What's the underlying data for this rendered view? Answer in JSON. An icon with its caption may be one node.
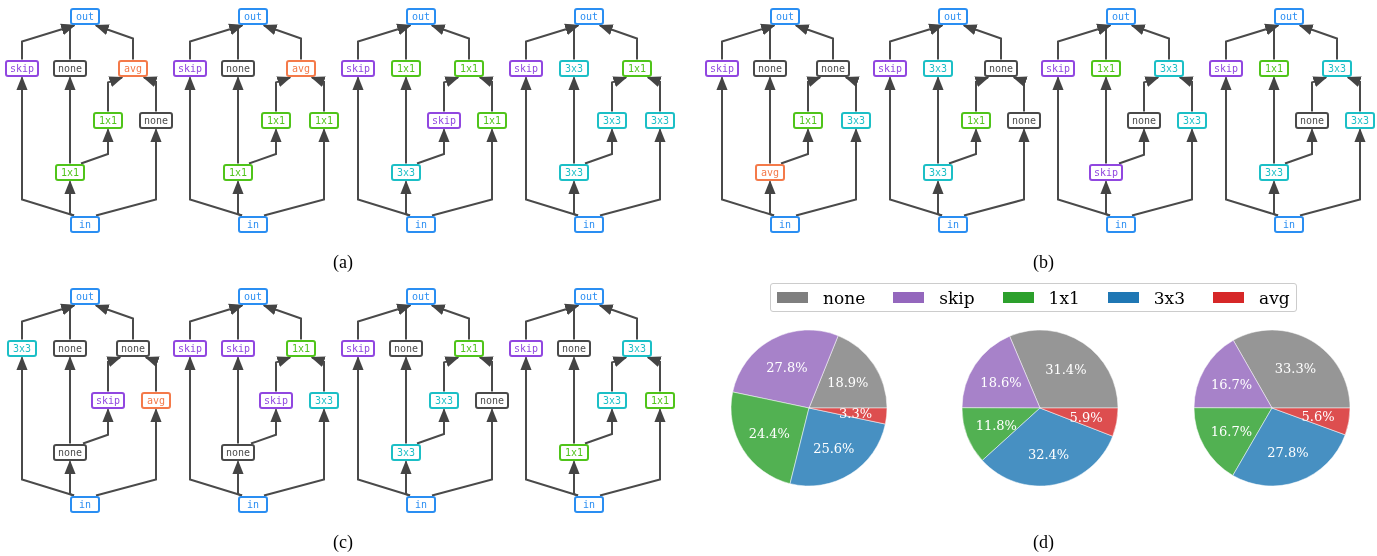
{
  "diagram": {
    "nodes": [
      {
        "text": [
          "out"
        ]
      },
      {
        "text": [
          "skip"
        ]
      },
      {
        "text": [
          "none"
        ]
      },
      {
        "text": [
          "avg"
        ]
      },
      {
        "text": [
          "1x1"
        ]
      },
      {
        "text": [
          "none"
        ]
      },
      {
        "text": [
          "1x1"
        ]
      },
      {
        "text": [
          "in"
        ]
      },
      {
        "text": [
          "out"
        ]
      },
      {
        "text": [
          "skip"
        ]
      },
      {
        "text": [
          "none"
        ]
      },
      {
        "text": [
          "avg"
        ]
      },
      {
        "text": [
          "1x1"
        ]
      },
      {
        "text": [
          "1x1"
        ]
      },
      {
        "text": [
          "1x1"
        ]
      },
      {
        "text": [
          "in"
        ]
      },
      {
        "text": [
          "out"
        ]
      },
      {
        "text": [
          "skip"
        ]
      },
      {
        "text": [
          "1x1"
        ]
      },
      {
        "text": [
          "1x1"
        ]
      },
      {
        "text": [
          "skip"
        ]
      },
      {
        "text": [
          "1x1"
        ]
      },
      {
        "text": [
          "3x3"
        ]
      },
      {
        "text": [
          "in"
        ]
      },
      {
        "text": [
          "out"
        ]
      },
      {
        "text": [
          "skip"
        ]
      },
      {
        "text": [
          "3x3"
        ]
      },
      {
        "text": [
          "1x1"
        ]
      },
      {
        "text": [
          "3x3"
        ]
      },
      {
        "text": [
          "3x3"
        ]
      },
      {
        "text": [
          "3x3"
        ]
      },
      {
        "text": [
          "in"
        ]
      },
      {
        "text": [
          "out"
        ]
      },
      {
        "text": [
          "skip"
        ]
      },
      {
        "text": [
          "none"
        ]
      },
      {
        "text": [
          "none"
        ]
      },
      {
        "text": [
          "1x1"
        ]
      },
      {
        "text": [
          "3x3"
        ]
      },
      {
        "text": [
          "avg"
        ]
      },
      {
        "text": [
          "in"
        ]
      },
      {
        "text": [
          "out"
        ]
      },
      {
        "text": [
          "skip"
        ]
      },
      {
        "text": [
          "3x3"
        ]
      },
      {
        "text": [
          "none"
        ]
      },
      {
        "text": [
          "1x1"
        ]
      },
      {
        "text": [
          "none"
        ]
      },
      {
        "text": [
          "3x3"
        ]
      },
      {
        "text": [
          "in"
        ]
      },
      {
        "text": [
          "out"
        ]
      },
      {
        "text": [
          "skip"
        ]
      },
      {
        "text": [
          "1x1"
        ]
      },
      {
        "text": [
          "3x3"
        ]
      },
      {
        "text": [
          "none"
        ]
      },
      {
        "text": [
          "3x3"
        ]
      },
      {
        "text": [
          "skip"
        ]
      },
      {
        "text": [
          "in"
        ]
      },
      {
        "text": [
          "out"
        ]
      },
      {
        "text": [
          "skip"
        ]
      },
      {
        "text": [
          "1x1"
        ]
      },
      {
        "text": [
          "3x3"
        ]
      },
      {
        "text": [
          "none"
        ]
      },
      {
        "text": [
          "3x3"
        ]
      },
      {
        "text": [
          "3x3"
        ]
      },
      {
        "text": [
          "in"
        ]
      },
      {
        "text": [
          "out"
        ]
      },
      {
        "text": [
          "3x3"
        ]
      },
      {
        "text": [
          "none"
        ]
      },
      {
        "text": [
          "none"
        ]
      },
      {
        "text": [
          "skip"
        ]
      },
      {
        "text": [
          "avg"
        ]
      },
      {
        "text": [
          "none"
        ]
      },
      {
        "text": [
          "in"
        ]
      },
      {
        "text": [
          "out"
        ]
      },
      {
        "text": [
          "skip"
        ]
      },
      {
        "text": [
          "skip"
        ]
      },
      {
        "text": [
          "1x1"
        ]
      },
      {
        "text": [
          "skip"
        ]
      },
      {
        "text": [
          "3x3"
        ]
      },
      {
        "text": [
          "none"
        ]
      },
      {
        "text": [
          "in"
        ]
      },
      {
        "text": [
          "out"
        ]
      },
      {
        "text": [
          "skip"
        ]
      },
      {
        "text": [
          "none"
        ]
      },
      {
        "text": [
          "1x1"
        ]
      },
      {
        "text": [
          "3x3"
        ]
      },
      {
        "text": [
          "none"
        ]
      },
      {
        "text": [
          "3x3"
        ]
      },
      {
        "text": [
          "in"
        ]
      },
      {
        "text": [
          "out"
        ]
      },
      {
        "text": [
          "skip"
        ]
      },
      {
        "text": [
          "none"
        ]
      },
      {
        "text": [
          "3x3"
        ]
      },
      {
        "text": [
          "3x3"
        ]
      },
      {
        "text": [
          "1x1"
        ]
      },
      {
        "text": [
          "1x1"
        ]
      },
      {
        "text": [
          "in"
        ]
      }
    ],
    "edges": [
      {
        "from": 1,
        "to": 0,
        "arrow": "to"
      },
      {
        "from": 2,
        "to": 0,
        "arrow": "to"
      },
      {
        "from": 3,
        "to": 0,
        "arrow": "to"
      },
      {
        "from": 4,
        "to": 3,
        "arrow": "to"
      },
      {
        "from": 5,
        "to": 3,
        "arrow": "to"
      },
      {
        "from": 6,
        "to": 2,
        "arrow": "to"
      },
      {
        "from": 6,
        "to": 4,
        "arrow": "to"
      },
      {
        "from": 7,
        "to": 1,
        "arrow": "to"
      },
      {
        "from": 7,
        "to": 6,
        "arrow": "to"
      },
      {
        "from": 7,
        "to": 5,
        "arrow": "to"
      },
      {
        "from": 9,
        "to": 8,
        "arrow": "to"
      },
      {
        "from": 10,
        "to": 8,
        "arrow": "to"
      },
      {
        "from": 11,
        "to": 8,
        "arrow": "to"
      },
      {
        "from": 12,
        "to": 11,
        "arrow": "to"
      },
      {
        "from": 13,
        "to": 11,
        "arrow": "to"
      },
      {
        "from": 14,
        "to": 10,
        "arrow": "to"
      },
      {
        "from": 14,
        "to": 12,
        "arrow": "to"
      },
      {
        "from": 15,
        "to": 9,
        "arrow": "to"
      },
      {
        "from": 15,
        "to": 14,
        "arrow": "to"
      },
      {
        "from": 15,
        "to": 13,
        "arrow": "to"
      },
      {
        "from": 17,
        "to": 16,
        "arrow": "to"
      },
      {
        "from": 18,
        "to": 16,
        "arrow": "to"
      },
      {
        "from": 19,
        "to": 16,
        "arrow": "to"
      },
      {
        "from": 20,
        "to": 19,
        "arrow": "to"
      },
      {
        "from": 21,
        "to": 19,
        "arrow": "to"
      },
      {
        "from": 22,
        "to": 18,
        "arrow": "to"
      },
      {
        "from": 22,
        "to": 20,
        "arrow": "to"
      },
      {
        "from": 23,
        "to": 17,
        "arrow": "to"
      },
      {
        "from": 23,
        "to": 22,
        "arrow": "to"
      },
      {
        "from": 23,
        "to": 21,
        "arrow": "to"
      },
      {
        "from": 25,
        "to": 24,
        "arrow": "to"
      },
      {
        "from": 26,
        "to": 24,
        "arrow": "to"
      },
      {
        "from": 27,
        "to": 24,
        "arrow": "to"
      },
      {
        "from": 28,
        "to": 27,
        "arrow": "to"
      },
      {
        "from": 29,
        "to": 27,
        "arrow": "to"
      },
      {
        "from": 30,
        "to": 26,
        "arrow": "to"
      },
      {
        "from": 30,
        "to": 28,
        "arrow": "to"
      },
      {
        "from": 31,
        "to": 25,
        "arrow": "to"
      },
      {
        "from": 31,
        "to": 30,
        "arrow": "to"
      },
      {
        "from": 31,
        "to": 29,
        "arrow": "to"
      },
      {
        "from": 33,
        "to": 32,
        "arrow": "to"
      },
      {
        "from": 34,
        "to": 32,
        "arrow": "to"
      },
      {
        "from": 35,
        "to": 32,
        "arrow": "to"
      },
      {
        "from": 36,
        "to": 35,
        "arrow": "to"
      },
      {
        "from": 37,
        "to": 35,
        "arrow": "to"
      },
      {
        "from": 38,
        "to": 34,
        "arrow": "to"
      },
      {
        "from": 38,
        "to": 36,
        "arrow": "to"
      },
      {
        "from": 39,
        "to": 33,
        "arrow": "to"
      },
      {
        "from": 39,
        "to": 38,
        "arrow": "to"
      },
      {
        "from": 39,
        "to": 37,
        "arrow": "to"
      },
      {
        "from": 41,
        "to": 40,
        "arrow": "to"
      },
      {
        "from": 42,
        "to": 40,
        "arrow": "to"
      },
      {
        "from": 43,
        "to": 40,
        "arrow": "to"
      },
      {
        "from": 44,
        "to": 43,
        "arrow": "to"
      },
      {
        "from": 45,
        "to": 43,
        "arrow": "to"
      },
      {
        "from": 46,
        "to": 42,
        "arrow": "to"
      },
      {
        "from": 46,
        "to": 44,
        "arrow": "to"
      },
      {
        "from": 47,
        "to": 41,
        "arrow": "to"
      },
      {
        "from": 47,
        "to": 46,
        "arrow": "to"
      },
      {
        "from": 47,
        "to": 45,
        "arrow": "to"
      },
      {
        "from": 49,
        "to": 48,
        "arrow": "to"
      },
      {
        "from": 50,
        "to": 48,
        "arrow": "to"
      },
      {
        "from": 51,
        "to": 48,
        "arrow": "to"
      },
      {
        "from": 52,
        "to": 51,
        "arrow": "to"
      },
      {
        "from": 53,
        "to": 51,
        "arrow": "to"
      },
      {
        "from": 54,
        "to": 50,
        "arrow": "to"
      },
      {
        "from": 54,
        "to": 52,
        "arrow": "to"
      },
      {
        "from": 55,
        "to": 49,
        "arrow": "to"
      },
      {
        "from": 55,
        "to": 54,
        "arrow": "to"
      },
      {
        "from": 55,
        "to": 53,
        "arrow": "to"
      },
      {
        "from": 57,
        "to": 56,
        "arrow": "to"
      },
      {
        "from": 58,
        "to": 56,
        "arrow": "to"
      },
      {
        "from": 59,
        "to": 56,
        "arrow": "to"
      },
      {
        "from": 60,
        "to": 59,
        "arrow": "to"
      },
      {
        "from": 61,
        "to": 59,
        "arrow": "to"
      },
      {
        "from": 62,
        "to": 58,
        "arrow": "to"
      },
      {
        "from": 62,
        "to": 60,
        "arrow": "to"
      },
      {
        "from": 63,
        "to": 57,
        "arrow": "to"
      },
      {
        "from": 63,
        "to": 62,
        "arrow": "to"
      },
      {
        "from": 63,
        "to": 61,
        "arrow": "to"
      },
      {
        "from": 65,
        "to": 64,
        "arrow": "to"
      },
      {
        "from": 66,
        "to": 64,
        "arrow": "to"
      },
      {
        "from": 67,
        "to": 64,
        "arrow": "to"
      },
      {
        "from": 68,
        "to": 67,
        "arrow": "to"
      },
      {
        "from": 69,
        "to": 67,
        "arrow": "to"
      },
      {
        "from": 70,
        "to": 66,
        "arrow": "to"
      },
      {
        "from": 70,
        "to": 68,
        "arrow": "to"
      },
      {
        "from": 71,
        "to": 65,
        "arrow": "to"
      },
      {
        "from": 71,
        "to": 70,
        "arrow": "to"
      },
      {
        "from": 71,
        "to": 69,
        "arrow": "to"
      },
      {
        "from": 73,
        "to": 72,
        "arrow": "to"
      },
      {
        "from": 74,
        "to": 72,
        "arrow": "to"
      },
      {
        "from": 75,
        "to": 72,
        "arrow": "to"
      },
      {
        "from": 76,
        "to": 75,
        "arrow": "to"
      },
      {
        "from": 77,
        "to": 75,
        "arrow": "to"
      },
      {
        "from": 78,
        "to": 74,
        "arrow": "to"
      },
      {
        "from": 78,
        "to": 76,
        "arrow": "to"
      },
      {
        "from": 79,
        "to": 73,
        "arrow": "to"
      },
      {
        "from": 79,
        "to": 78,
        "arrow": "to"
      },
      {
        "from": 79,
        "to": 77,
        "arrow": "to"
      },
      {
        "from": 81,
        "to": 80,
        "arrow": "to"
      },
      {
        "from": 82,
        "to": 80,
        "arrow": "to"
      },
      {
        "from": 83,
        "to": 80,
        "arrow": "to"
      },
      {
        "from": 84,
        "to": 83,
        "arrow": "to"
      },
      {
        "from": 85,
        "to": 83,
        "arrow": "to"
      },
      {
        "from": 86,
        "to": 82,
        "arrow": "to"
      },
      {
        "from": 86,
        "to": 84,
        "arrow": "to"
      },
      {
        "from": 87,
        "to": 81,
        "arrow": "to"
      },
      {
        "from": 87,
        "to": 86,
        "arrow": "to"
      },
      {
        "from": 87,
        "to": 85,
        "arrow": "to"
      },
      {
        "from": 89,
        "to": 88,
        "arrow": "to"
      },
      {
        "from": 90,
        "to": 88,
        "arrow": "to"
      },
      {
        "from": 91,
        "to": 88,
        "arrow": "to"
      },
      {
        "from": 92,
        "to": 91,
        "arrow": "to"
      },
      {
        "from": 93,
        "to": 91,
        "arrow": "to"
      },
      {
        "from": 94,
        "to": 90,
        "arrow": "to"
      },
      {
        "from": 94,
        "to": 92,
        "arrow": "to"
      },
      {
        "from": 95,
        "to": 89,
        "arrow": "to"
      },
      {
        "from": 95,
        "to": 94,
        "arrow": "to"
      },
      {
        "from": 95,
        "to": 93,
        "arrow": "to"
      }
    ],
    "labels": [
      "(a)",
      "(b)",
      "(c)",
      "(d)"
    ],
    "legend": [
      {
        "text": "none",
        "color": "#7f7f7f"
      },
      {
        "text": "skip",
        "color": "#9467bd"
      },
      {
        "text": "1x1",
        "color": "#2ca02c"
      },
      {
        "text": "3x3",
        "color": "#1f77b4"
      },
      {
        "text": "avg",
        "color": "#d62728"
      }
    ],
    "chart_data": {
      "type": "pie",
      "series": [
        {
          "values": [
            18.9,
            27.8,
            24.4,
            25.6,
            3.3
          ],
          "colors": [
            "#7f7f7f",
            "#9467bd",
            "#2ca02c",
            "#1f77b4",
            "#d62728"
          ]
        },
        {
          "values": [
            31.4,
            18.6,
            11.8,
            32.4,
            5.9
          ],
          "colors": [
            "#7f7f7f",
            "#9467bd",
            "#2ca02c",
            "#1f77b4",
            "#d62728"
          ]
        },
        {
          "values": [
            33.3,
            16.7,
            16.7,
            27.8,
            5.6
          ],
          "colors": [
            "#7f7f7f",
            "#9467bd",
            "#2ca02c",
            "#1f77b4",
            "#d62728"
          ]
        }
      ],
      "value_labels": [
        [
          "18.9%",
          "27.8%",
          "24.4%",
          "25.6%",
          "3.3%"
        ],
        [
          "31.4%",
          "18.6%",
          "11.8%",
          "32.4%",
          "5.9%"
        ],
        [
          "33.3%",
          "16.7%",
          "16.7%",
          "27.8%",
          "5.6%"
        ]
      ]
    }
  }
}
